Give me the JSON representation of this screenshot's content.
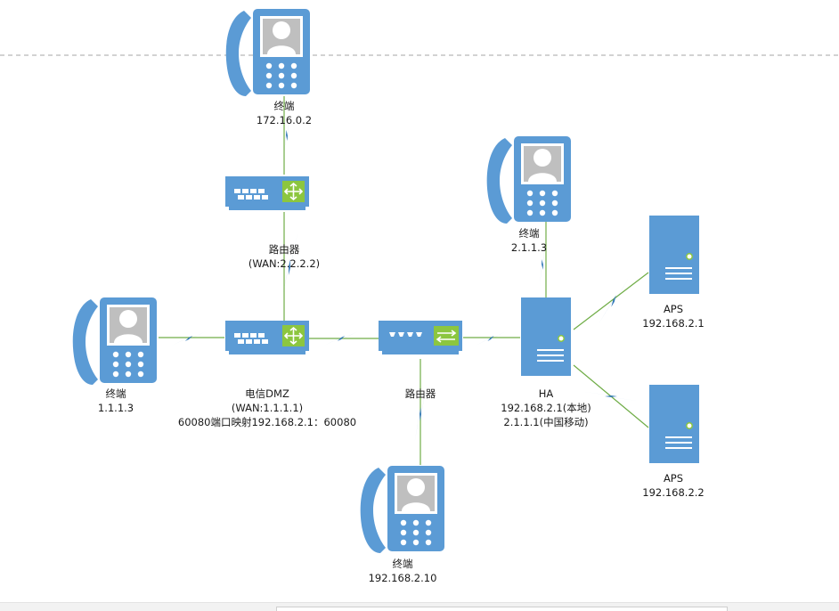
{
  "colors": {
    "device": "#5b9bd5",
    "link": "#70ad47",
    "bolt": "#2e75b6",
    "accent": "#8cc63f",
    "divider": "#a6a6a6"
  },
  "nodes": {
    "phone_top": {
      "name": "终端",
      "ip": "172.16.0.2"
    },
    "router_top": {
      "name": "路由器",
      "detail": "(WAN:2.2.2.2)"
    },
    "phone_left": {
      "name": "终端",
      "ip": "1.1.1.3"
    },
    "router_dmz": {
      "name": "电信DMZ",
      "detail": "(WAN:1.1.1.1)",
      "mapping": "60080端口映射192.168.2.1：60080"
    },
    "switch_mid": {
      "name": "路由器"
    },
    "phone_bottom": {
      "name": "终端",
      "ip": "192.168.2.10"
    },
    "phone_right": {
      "name": "终端",
      "ip": "2.1.1.3"
    },
    "ha_server": {
      "name": "HA",
      "ip_local": "192.168.2.1(本地)",
      "ip_mobile": "2.1.1.1(中国移动)"
    },
    "aps_1": {
      "name": "APS",
      "ip": "192.168.2.1"
    },
    "aps_2": {
      "name": "APS",
      "ip": "192.168.2.2"
    }
  }
}
